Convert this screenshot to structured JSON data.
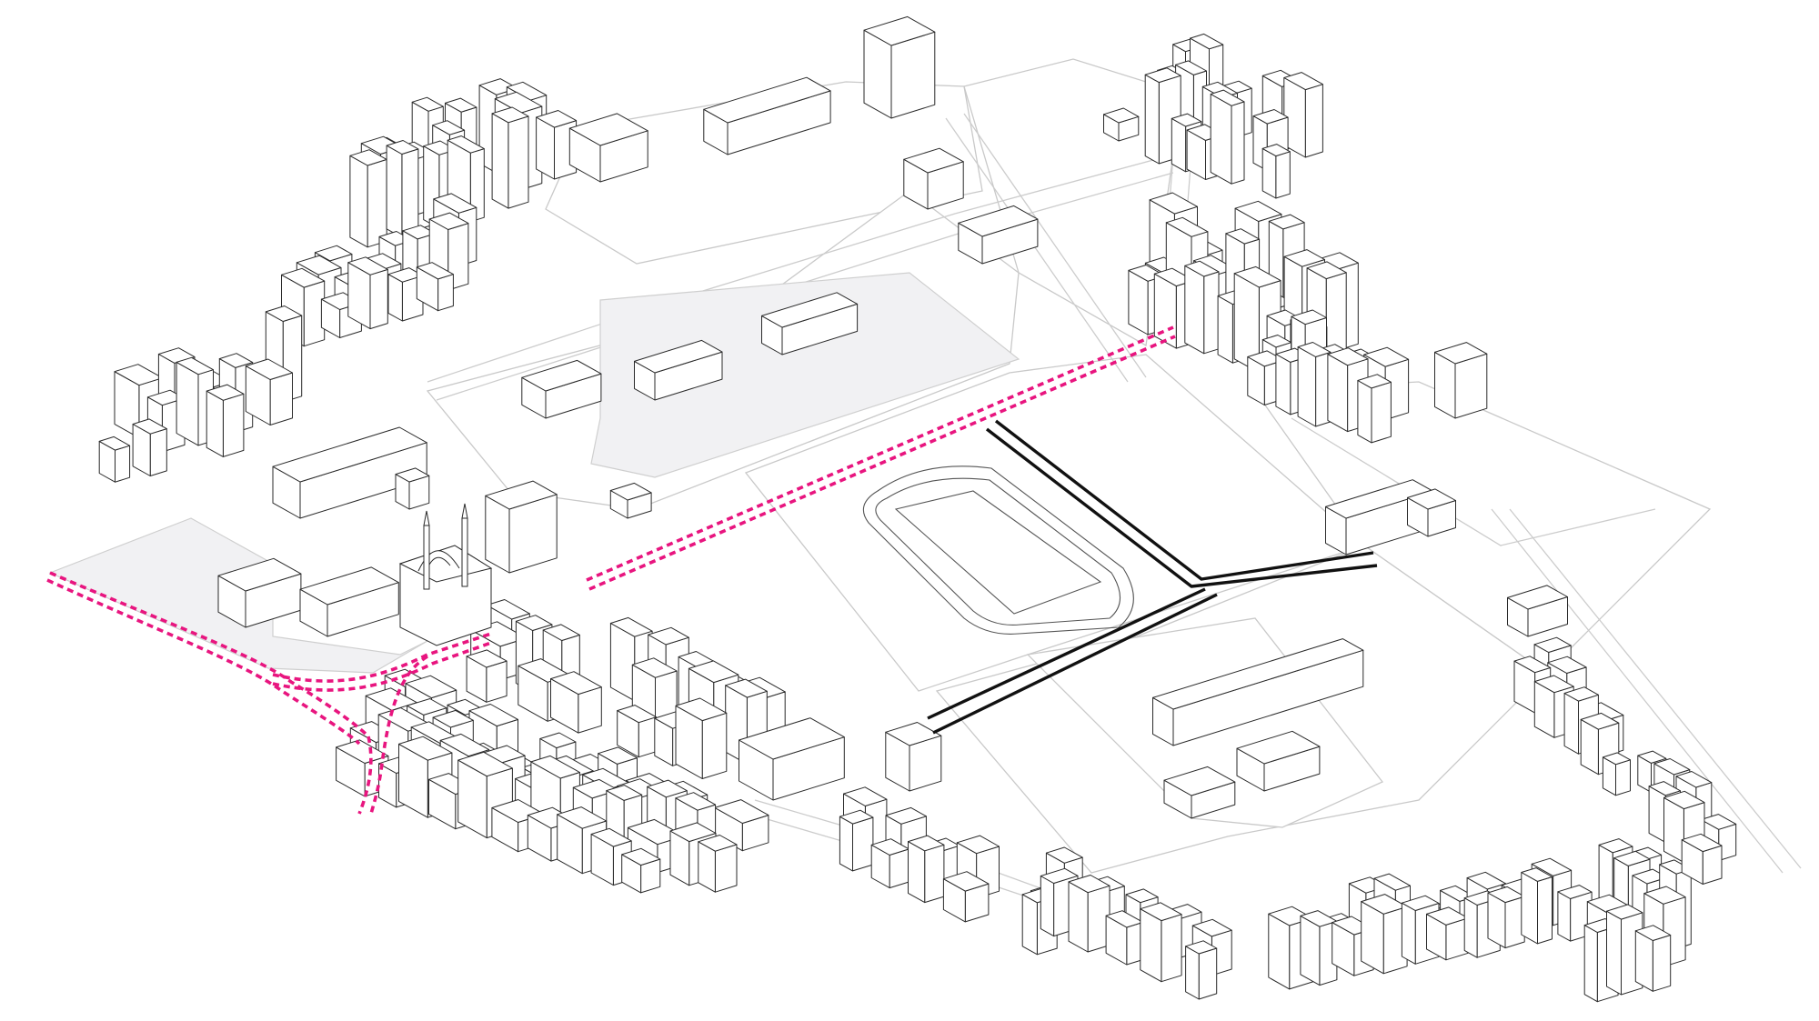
{
  "diagram": {
    "kind": "axonometric urban site plan",
    "colors": {
      "background": "#ffffff",
      "building_fill": "#ffffff",
      "building_stroke": "#2a2a2a",
      "lot_outline": "#c9c9c9",
      "paved_plaza": "#f1f1f3",
      "highlighted_route": "#e8157f",
      "proposed_axis": "#111111"
    },
    "elements": [
      {
        "name": "pink-route",
        "style": "double dashed magenta line"
      },
      {
        "name": "black-axis",
        "style": "double solid black line"
      },
      {
        "name": "stadium",
        "style": "oval running track with pitch"
      },
      {
        "name": "mosque",
        "style": "domed building with minarets"
      },
      {
        "name": "building-blocks",
        "style": "white extruded massing"
      }
    ]
  }
}
